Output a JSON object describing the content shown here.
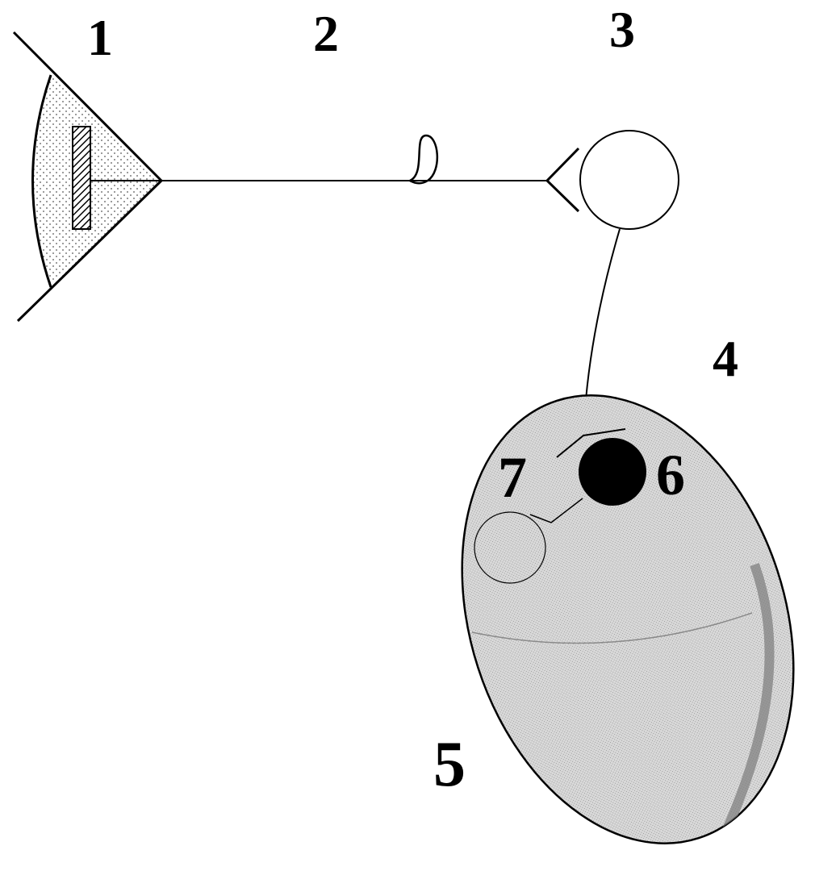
{
  "labels": {
    "one": "1",
    "two": "2",
    "three": "3",
    "four": "4",
    "five": "5",
    "six": "6",
    "seven": "7"
  },
  "colors": {
    "ink": "#000000",
    "paper": "#ffffff",
    "dot_fill": "#f2f2f2",
    "stipple": "#d8d8d8",
    "dark_edge": "#7a7a7a"
  }
}
